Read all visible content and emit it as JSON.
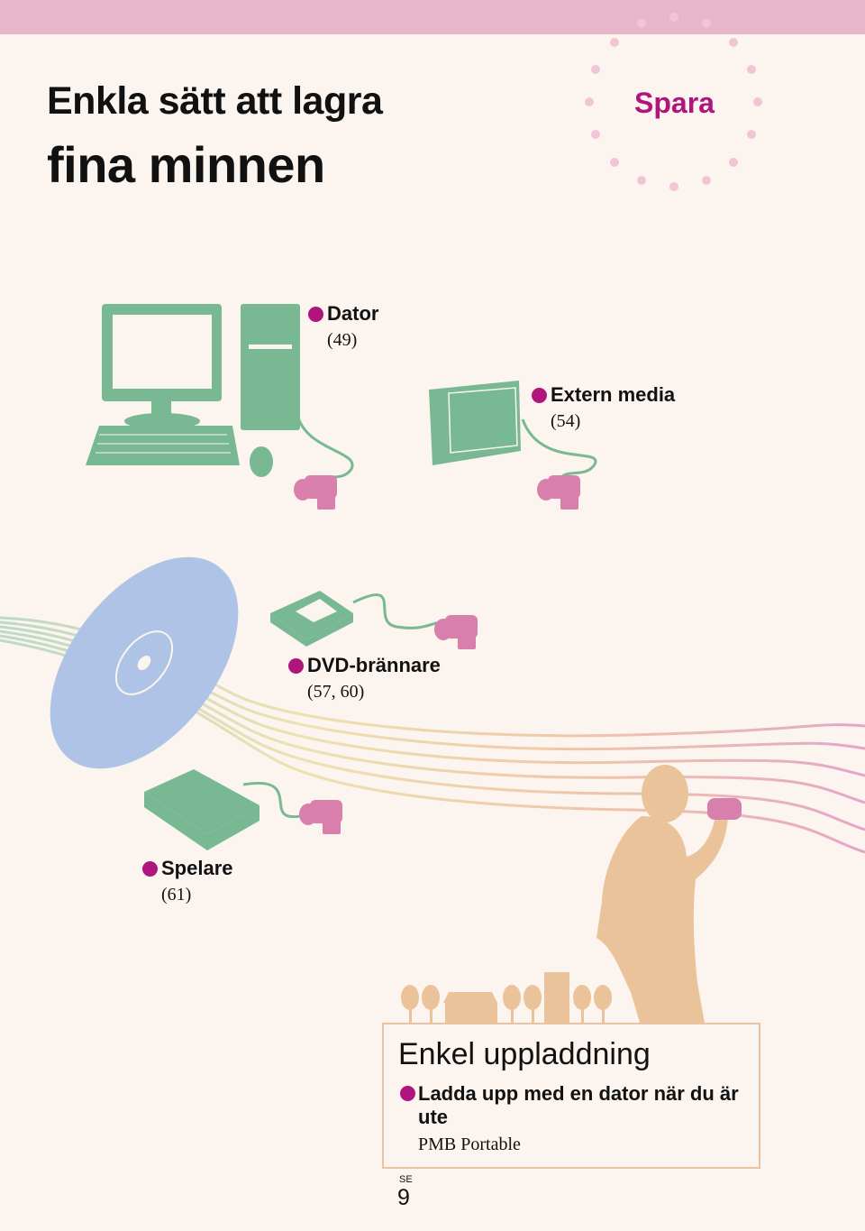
{
  "header": {
    "title_line1": "Enkla sätt att lagra",
    "title_line2": "fina minnen",
    "badge": "Spara"
  },
  "destinations": [
    {
      "name": "Dator",
      "page": "(49)",
      "icon": "computer-icon"
    },
    {
      "name": "Extern media",
      "page": "(54)",
      "icon": "external-drive-icon"
    },
    {
      "name": "DVD-brännare",
      "page": "(57, 60)",
      "icon": "dvd-burner-icon"
    },
    {
      "name": "Spelare",
      "page": "(61)",
      "icon": "player-icon"
    }
  ],
  "upload_box": {
    "title": "Enkel uppladdning",
    "item": "Ladda upp med en dator när du är ute",
    "sub": "PMB Portable"
  },
  "footer": {
    "lang": "SE",
    "page_number": "9"
  },
  "colors": {
    "accent": "#b0157e",
    "device_green": "#78b994",
    "camera_pink": "#d97fab",
    "disc_blue": "#aec3e6",
    "silhouette": "#ebc39a",
    "topbar": "#e8b6c9"
  }
}
